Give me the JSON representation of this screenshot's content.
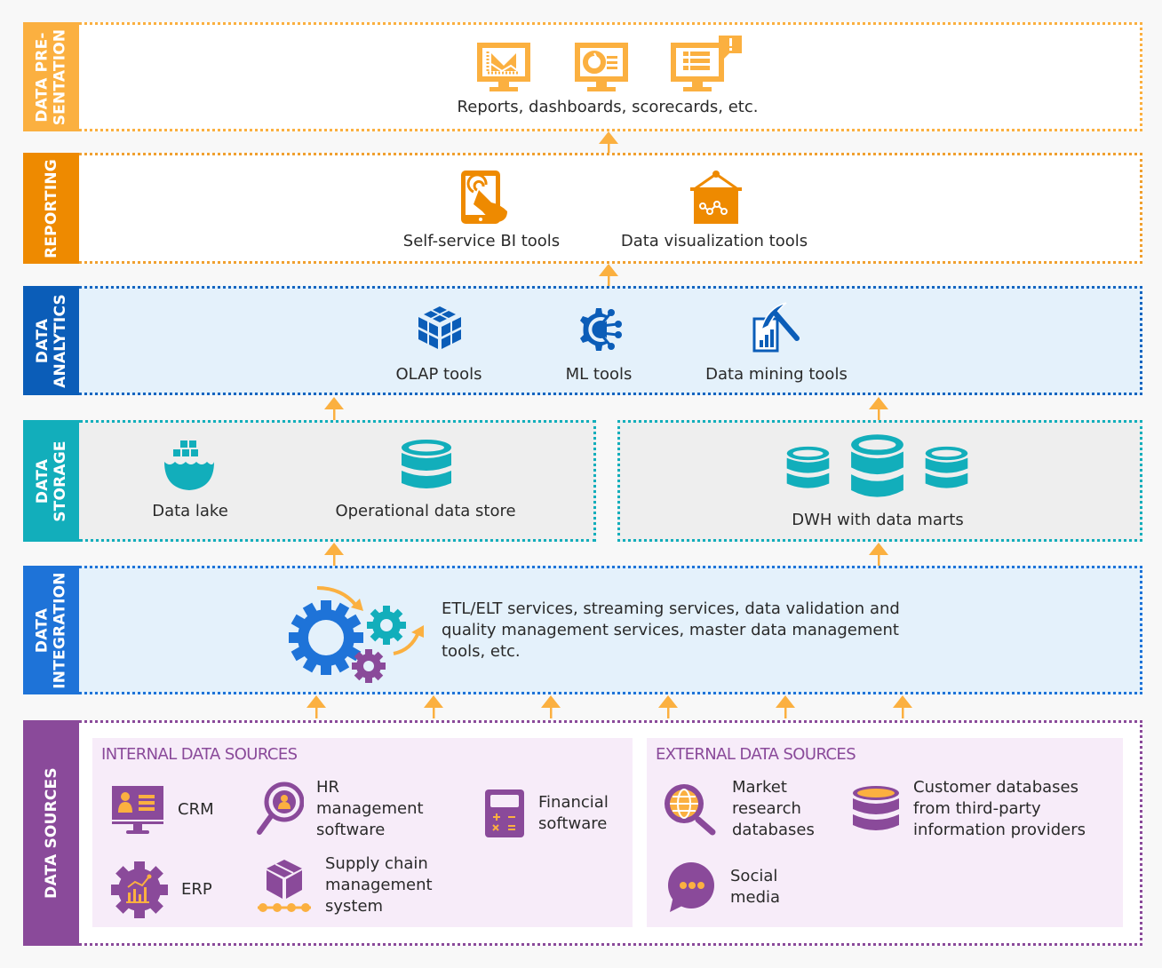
{
  "colors": {
    "presentation": "#fbb040",
    "reporting": "#ee8a00",
    "analytics": "#0b5db8",
    "storage": "#12aebb",
    "integration": "#1e73d8",
    "sources": "#8a4a9a",
    "arrow": "#fbb040"
  },
  "layers": {
    "presentation": {
      "label": "DATA PRE-\nSENTATION",
      "items": [
        {
          "icon": "report-chart-monitor-icon"
        },
        {
          "icon": "dashboard-monitor-icon"
        },
        {
          "icon": "scorecard-alert-monitor-icon"
        }
      ],
      "caption": "Reports, dashboards, scorecards, etc."
    },
    "reporting": {
      "label": "REPORTING",
      "items": [
        {
          "label": "Self-service BI tools",
          "icon": "tablet-touch-icon"
        },
        {
          "label": "Data visualization tools",
          "icon": "presentation-board-icon"
        }
      ]
    },
    "analytics": {
      "label": "DATA\nANALYTICS",
      "items": [
        {
          "label": "OLAP tools",
          "icon": "olap-cube-icon"
        },
        {
          "label": "ML tools",
          "icon": "ml-gear-icon"
        },
        {
          "label": "Data mining tools",
          "icon": "data-mining-pickaxe-icon"
        }
      ]
    },
    "storage": {
      "label": "DATA\nSTORAGE",
      "items": [
        {
          "label": "Data lake",
          "icon": "data-lake-icon"
        },
        {
          "label": "Operational data store",
          "icon": "database-icon"
        },
        {
          "label": "DWH with data marts",
          "icon": "dwh-databases-icon"
        }
      ]
    },
    "integration": {
      "label": "DATA\nINTEGRATION",
      "icon": "gears-icon",
      "description": "ETL/ELT services, streaming services, data validation and\nquality management services, master data management\ntools, etc."
    },
    "sources": {
      "label": "DATA SOURCES",
      "internal": {
        "title": "INTERNAL DATA SOURCES",
        "items": [
          {
            "label": "CRM",
            "icon": "crm-monitor-icon"
          },
          {
            "label": "HR\nmanagement\nsoftware",
            "icon": "hr-search-icon"
          },
          {
            "label": "Financial\nsoftware",
            "icon": "calculator-icon"
          },
          {
            "label": "ERP",
            "icon": "erp-gear-chart-icon"
          },
          {
            "label": "Supply chain\nmanagement\nsystem",
            "icon": "box-conveyor-icon"
          }
        ]
      },
      "external": {
        "title": "EXTERNAL DATA SOURCES",
        "items": [
          {
            "label": "Market\nresearch\ndatabases",
            "icon": "globe-search-icon"
          },
          {
            "label": "Customer databases\nfrom third-party\ninformation providers",
            "icon": "database-stack-icon"
          },
          {
            "label": "Social\nmedia",
            "icon": "chat-bubble-icon"
          }
        ]
      }
    }
  }
}
